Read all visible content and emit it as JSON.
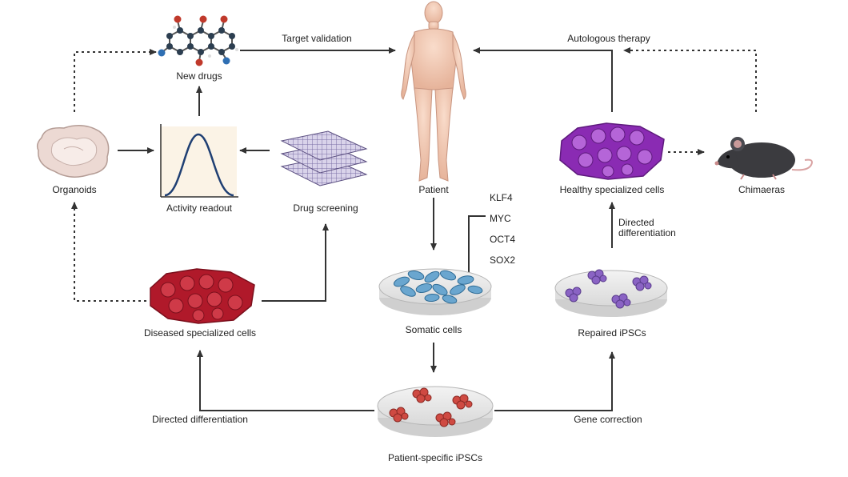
{
  "nodes": {
    "new_drugs": "New drugs",
    "patient": "Patient",
    "organoids": "Organoids",
    "activity_readout": "Activity readout",
    "drug_screening": "Drug screening",
    "healthy_cells": "Healthy specialized cells",
    "chimaeras": "Chimaeras",
    "somatic_cells": "Somatic cells",
    "repaired_ipscs": "Repaired iPSCs",
    "diseased_cells": "Diseased specialized cells",
    "patient_ipscs": "Patient-specific iPSCs"
  },
  "edges": {
    "target_validation": "Target validation",
    "autologous_therapy": "Autologous therapy",
    "directed_differentiation_right": "Directed\ndifferentiation",
    "directed_differentiation_bottom": "Directed differentiation",
    "gene_correction": "Gene correction",
    "reprogramming_factors": [
      "KLF4",
      "MYC",
      "OCT4",
      "SOX2"
    ]
  },
  "colors": {
    "arrow": "#333333",
    "diseased": "#b0192a",
    "healthy": "#8a2bb3",
    "somatic": "#6aa6cf",
    "ipsc": "#c0392b",
    "repaired": "#8a63c4",
    "skin": "#f0c7b0"
  }
}
